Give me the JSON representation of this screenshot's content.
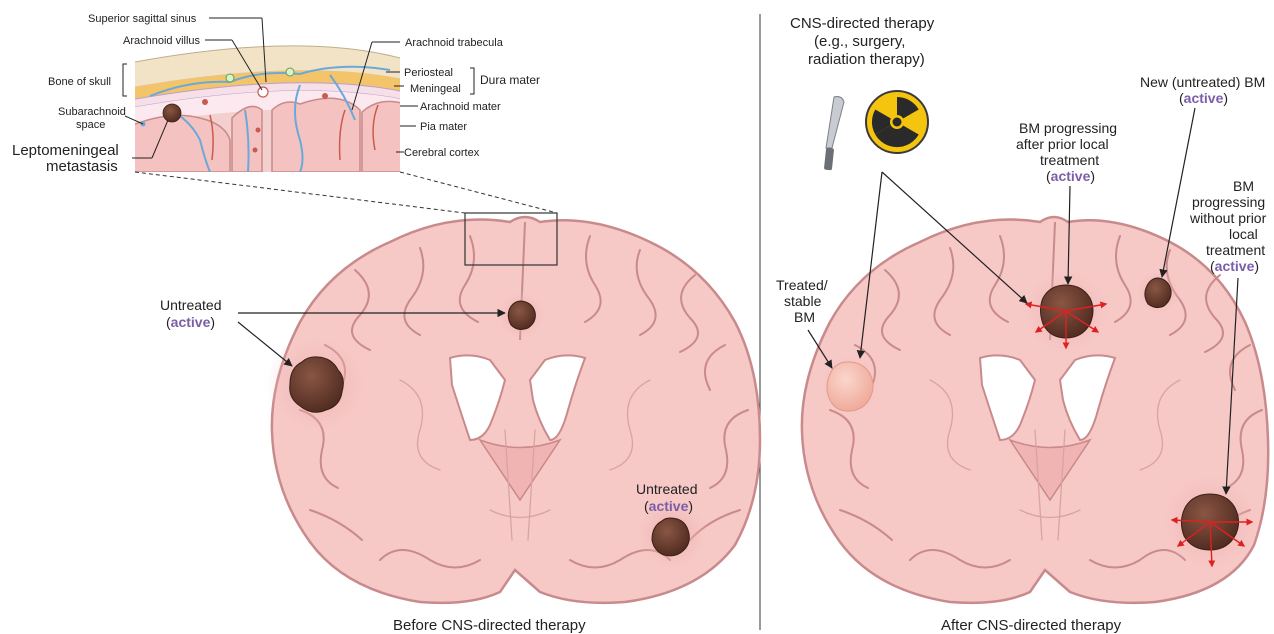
{
  "inset": {
    "labels": {
      "superior_sagittal_sinus": "Superior sagittal sinus",
      "arachnoid_villus": "Arachnoid villus",
      "arachnoid_trabecula": "Arachnoid trabecula",
      "bone_of_skull": "Bone of skull",
      "periosteal": "Periosteal",
      "meningeal": "Meningeal",
      "dura_mater": "Dura mater",
      "subarachnoid_line1": "Subarachnoid",
      "subarachnoid_line2": "space",
      "arachnoid_mater": "Arachnoid mater",
      "pia_mater": "Pia mater",
      "cerebral_cortex": "Cerebral cortex",
      "lepto_line1": "Leptomeningeal",
      "lepto_line2": "metastasis"
    }
  },
  "left_panel": {
    "untreated_1": {
      "line1": "Untreated",
      "open": "(",
      "active": "active",
      "close": ")"
    },
    "untreated_2": {
      "line1": "Untreated",
      "open": "(",
      "active": "active",
      "close": ")"
    },
    "caption": "Before CNS-directed therapy"
  },
  "right_panel": {
    "therapy": {
      "line1": "CNS-directed therapy",
      "line2": "(e.g., surgery,",
      "line3": "radiation therapy)"
    },
    "new_bm": {
      "line1": "New (untreated) BM",
      "open": "(",
      "active": "active",
      "close": ")"
    },
    "progressing_prior": {
      "line1": "BM progressing",
      "line2": "after prior local",
      "line3": "treatment",
      "open": "(",
      "active": "active",
      "close": ")"
    },
    "progressing_without": {
      "line1": "BM",
      "line2": "progressing",
      "line3": "without prior",
      "line4": "local",
      "line5": "treatment",
      "open": "(",
      "active": "active",
      "close": ")"
    },
    "treated_stable": {
      "line1": "Treated/",
      "line2": "stable",
      "line3": "BM"
    },
    "caption": "After CNS-directed therapy"
  },
  "colors": {
    "brain_fill": "#f6c8c6",
    "brain_outline": "#c98a8c",
    "tumor": "#6b3d2e",
    "treated_tumor": "#f6b8ab",
    "active_text": "#7b5ea7",
    "red_arrow": "#e02020",
    "bone": "#f2e3c6",
    "dura": "#f4c46a",
    "vessel": "#6aa9d8"
  },
  "icons": [
    "scalpel-icon",
    "radiation-icon"
  ]
}
